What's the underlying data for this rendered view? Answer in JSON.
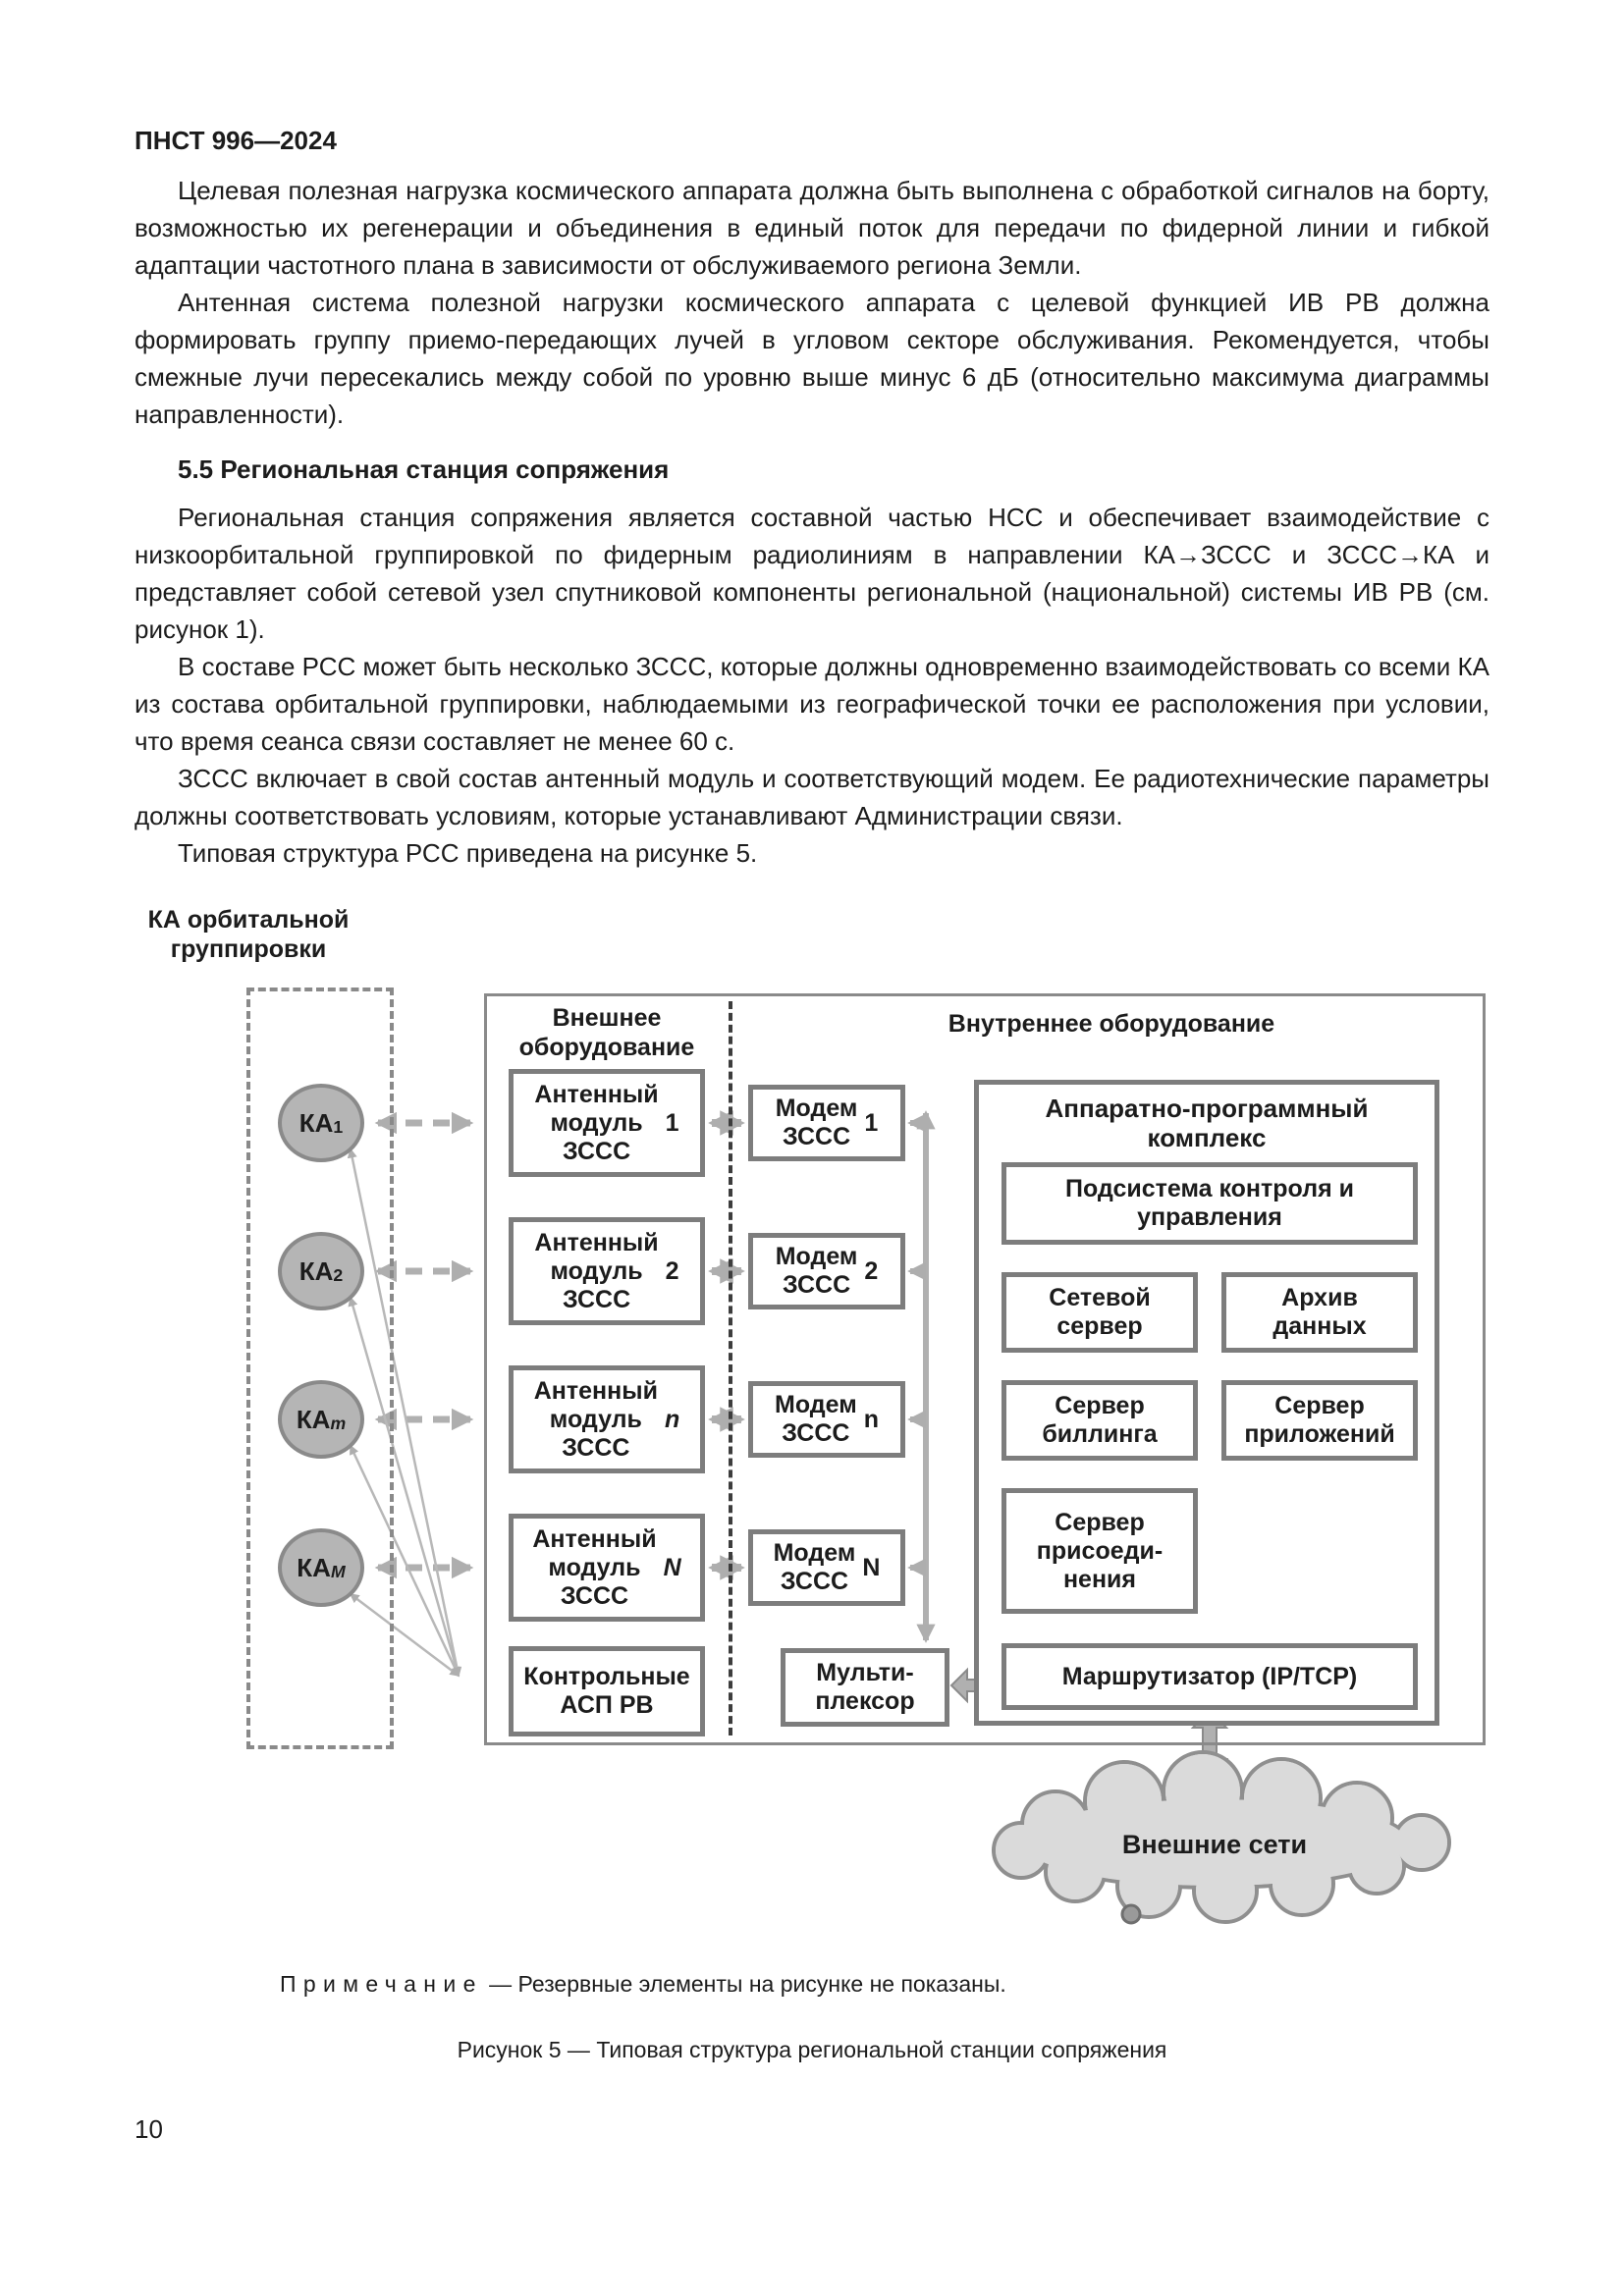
{
  "page": {
    "header": "ПНСТ 996—2024",
    "number": "10"
  },
  "content": {
    "p1": "Целевая полезная нагрузка космического аппарата должна быть выполнена с обработкой сигналов на борту, возможностью их регенерации и объединения в единый поток для передачи по фидерной линии и гибкой адаптации частотного плана в зависимости от обслуживаемого региона Земли.",
    "p2": "Антенная система полезной нагрузки космического аппарата с целевой функцией ИВ РВ должна формировать группу приемо-передающих лучей в угловом секторе обслуживания. Рекомендуется, чтобы смежные лучи пересекались между собой по уровню выше минус 6 дБ (относительно максимума диаграммы направленности).",
    "section_heading": "5.5 Региональная станция сопряжения",
    "p3": "Региональная станция сопряжения является составной частью НСС и обеспечивает взаимодействие с низкоорбитальной группировкой по фидерным радиолиниям в направлении КА→ЗССС и ЗССС→КА и представляет собой сетевой узел спутниковой компоненты региональной (национальной) системы ИВ РВ (см. рисунок 1).",
    "p4": "В составе РСС может быть несколько ЗССС, которые должны одновременно взаимодействовать со всеми КА из состава орбитальной группировки, наблюдаемыми из географической точки ее расположения при условии, что время сеанса связи составляет не менее 60 с.",
    "p5": "ЗССС включает в свой состав антенный модуль и соответствующий модем. Ее радиотехнические параметры должны соответствовать условиям, которые устанавливают Администрации связи.",
    "p6": "Типовая структура РСС приведена на рисунке 5.",
    "note_label": "Примечание",
    "note_text": "— Резервные элементы на рисунке не показаны.",
    "caption": "Рисунок 5 — Типовая структура региональной станции сопряжения"
  },
  "diagram": {
    "ka_group_label": "КА орбитальной\nгруппировки",
    "satellites": [
      {
        "base": "КА",
        "sub": "1",
        "sub_style": "normal"
      },
      {
        "base": "КА",
        "sub": "2",
        "sub_style": "normal"
      },
      {
        "base": "КА",
        "sub": "m",
        "sub_style": "italic"
      },
      {
        "base": "КА",
        "sub": "M",
        "sub_style": "italic"
      }
    ],
    "external_heading": "Внешнее\nоборудование",
    "internal_heading": "Внутреннее оборудование",
    "antenna_modules": [
      {
        "text": "Антенный\nмодуль\nЗССС",
        "num": "1",
        "num_style": "normal"
      },
      {
        "text": "Антенный\nмодуль\nЗССС",
        "num": "2",
        "num_style": "normal"
      },
      {
        "text": "Антенный\nмодуль\nЗССС",
        "num": "n",
        "num_style": "italic"
      },
      {
        "text": "Антенный\nмодуль\nЗССС",
        "num": "N",
        "num_style": "italic"
      }
    ],
    "control_box": "Контрольные\nАСП РВ",
    "modems": [
      {
        "text": "Модем\nЗССС",
        "num": "1",
        "num_style": "normal"
      },
      {
        "text": "Модем\nЗССС",
        "num": "2",
        "num_style": "normal"
      },
      {
        "text": "Модем\nЗССС",
        "num": "n",
        "num_style": "normal"
      },
      {
        "text": "Модем\nЗССС",
        "num": "N",
        "num_style": "normal"
      }
    ],
    "multiplexer": "Мульти-\nплексор",
    "apk": {
      "title": "Аппаратно-программный\nкомплекс",
      "subsystem": "Подсистема контроля и\nуправления",
      "network_server": "Сетевой\nсервер",
      "data_archive": "Архив\nданных",
      "billing_server": "Сервер\nбиллинга",
      "app_server": "Сервер\nприложений",
      "join_server": "Сервер\nприсоеди-\nнения",
      "router": "Маршрутизатор (IP/TCP)"
    },
    "cloud_label": "Внешние сети",
    "colors": {
      "box_border": "#7d7d7d",
      "arrow_gray": "#b0b0b0",
      "satellite_fill": "#b5b5b5",
      "cloud_fill": "#dadada"
    }
  }
}
